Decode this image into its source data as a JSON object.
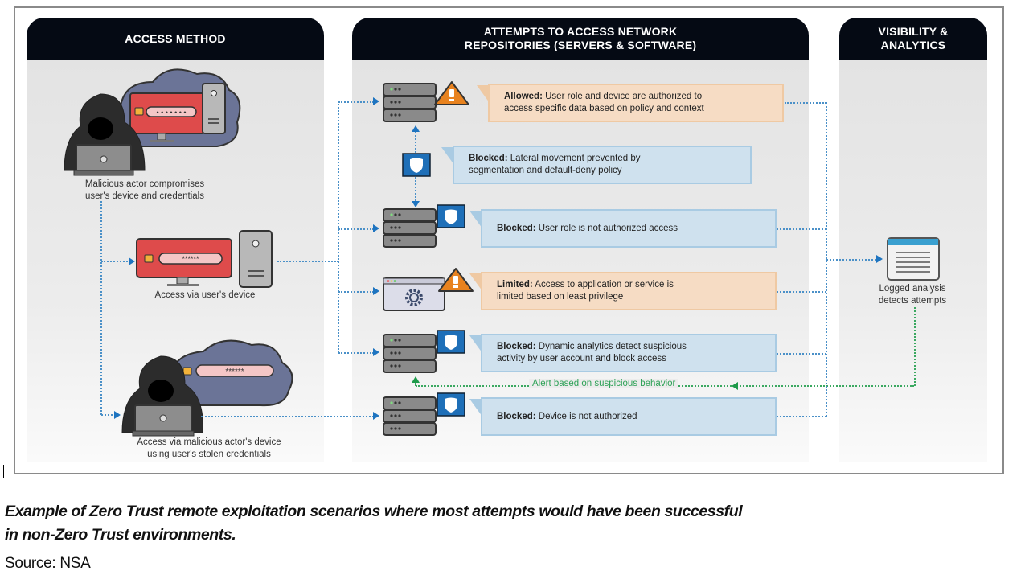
{
  "diagram": {
    "columns": [
      {
        "id": "access",
        "title": "ACCESS METHOD"
      },
      {
        "id": "attempts",
        "title_line1": "ATTEMPTS TO ACCESS NETWORK",
        "title_line2": "REPOSITORIES (SERVERS & SOFTWARE)"
      },
      {
        "id": "visibility",
        "title_line1": "VISIBILITY &",
        "title_line2": "ANALYTICS"
      }
    ],
    "access_methods": [
      {
        "icon": "hooded-actor-with-compromised-device-icon",
        "line1": "Malicious actor compromises",
        "line2": "user's device and credentials"
      },
      {
        "icon": "user-device-icon",
        "line1": "Access via user's device"
      },
      {
        "icon": "hooded-actor-with-stolen-credentials-icon",
        "line1": "Access via malicious actor's device",
        "line2": "using user's stolen credentials"
      }
    ],
    "password_mask": "******",
    "attempts": [
      {
        "icon": "server-warning-icon",
        "status": "Allowed:",
        "text_line1": "User role and device are authorized to",
        "text_line2": "access specific data based on policy and context",
        "tone": "orange"
      },
      {
        "icon": "shield-icon",
        "status": "Blocked:",
        "text_line1": "Lateral movement prevented by",
        "text_line2": "segmentation and default-deny policy",
        "tone": "blue"
      },
      {
        "icon": "server-shield-icon",
        "status": "Blocked:",
        "text_line1": "User role is not authorized access",
        "text_line2": "",
        "tone": "blue"
      },
      {
        "icon": "app-warning-icon",
        "status": "Limited:",
        "text_line1": "Access to application or service is",
        "text_line2": "limited based on least privilege",
        "tone": "orange"
      },
      {
        "icon": "server-shield-icon",
        "status": "Blocked:",
        "text_line1": "Dynamic analytics detect suspicious",
        "text_line2": "activity by user account and block access",
        "tone": "blue"
      },
      {
        "icon": "server-shield-icon",
        "status": "Blocked:",
        "text_line1": "Device is not authorized",
        "text_line2": "",
        "tone": "blue"
      }
    ],
    "alert_label": "Alert based on suspicious behavior",
    "analytics": {
      "icon": "log-document-icon",
      "line1": "Logged analysis",
      "line2": "detects attempts"
    },
    "colors": {
      "header_bg": "#050a14",
      "allowed_fill": "#f6dcc4",
      "blocked_fill": "#cfe1ee",
      "connector_blue": "#4a90c8",
      "alert_green": "#2ea257",
      "warning_orange": "#e8821e",
      "shield_blue": "#1e6fb8",
      "device_red": "#de4b4b"
    }
  },
  "caption": {
    "line1": "Example of Zero Trust remote exploitation scenarios where most attempts would have been successful",
    "line2": "in non-Zero Trust environments.",
    "source": "Source: NSA"
  }
}
